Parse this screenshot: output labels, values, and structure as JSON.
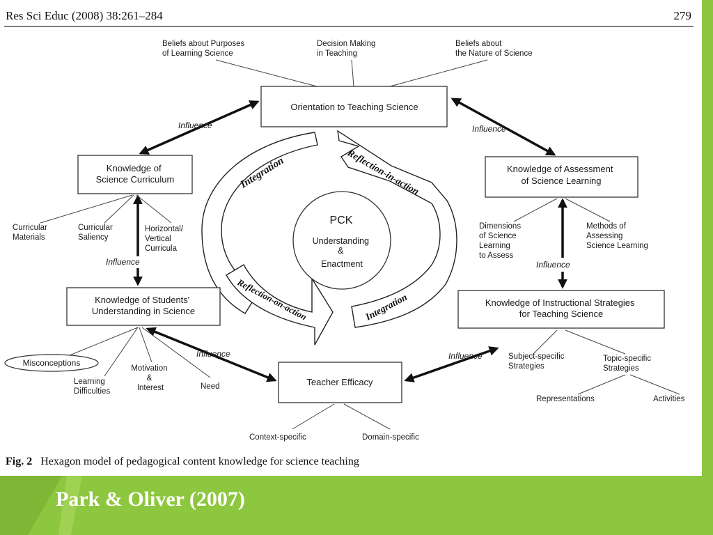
{
  "page": {
    "header_left": "Res Sci Educ (2008) 38:261–284",
    "page_number": "279",
    "figure_caption_label": "Fig. 2",
    "figure_caption_text": "Hexagon model of pedagogical content knowledge for science teaching",
    "slide_citation": "Park & Oliver (2007)"
  },
  "diagram": {
    "top_labels": {
      "purposes": [
        "Beliefs about Purposes",
        "of Learning Science"
      ],
      "decision": [
        "Decision Making",
        "in Teaching"
      ],
      "nature": [
        "Beliefs about",
        "the Nature of Science"
      ]
    },
    "nodes": {
      "orientation": [
        "Orientation to Teaching Science"
      ],
      "curriculum": [
        "Knowledge of",
        "Science Curriculum"
      ],
      "assessment": [
        "Knowledge of Assessment",
        "of Science Learning"
      ],
      "students": [
        "Knowledge of Students'",
        "Understanding in Science"
      ],
      "instructional": [
        "Knowledge of Instructional Strategies",
        "for Teaching Science"
      ],
      "efficacy": [
        "Teacher Efficacy"
      ]
    },
    "center": {
      "title": "PCK",
      "lines": [
        "Understanding",
        "&",
        "Enactment"
      ]
    },
    "cycle_labels": {
      "integration_top": "Integration",
      "reflection_in": "Reflection-in-action",
      "reflection_on": "Reflection-on-action",
      "integration_bottom": "Integration"
    },
    "influence": "Influence",
    "curriculum_subs": {
      "materials": [
        "Curricular",
        "Materials"
      ],
      "saliency": [
        "Curricular",
        "Saliency"
      ],
      "horizontal": [
        "Horizontal/",
        "Vertical",
        "Curricula"
      ]
    },
    "assessment_subs": {
      "dimensions": [
        "Dimensions",
        "of Science",
        "Learning",
        "to Assess"
      ],
      "methods": [
        "Methods of",
        "Assessing",
        "Science Learning"
      ]
    },
    "student_subs": {
      "misconceptions": "Misconceptions",
      "difficulties": [
        "Learning",
        "Difficulties"
      ],
      "motivation": [
        "Motivation",
        "&",
        "Interest"
      ],
      "need": "Need"
    },
    "instructional_subs": {
      "subject": [
        "Subject-specific",
        "Strategies"
      ],
      "topic": [
        "Topic-specific",
        "Strategies"
      ],
      "representations": "Representations",
      "activities": "Activities"
    },
    "efficacy_subs": {
      "context": "Context-specific",
      "domain": "Domain-specific"
    }
  },
  "colors": {
    "slide_background": "#8dc63f",
    "paper": "#ffffff",
    "citation_text": "#ffffff"
  }
}
